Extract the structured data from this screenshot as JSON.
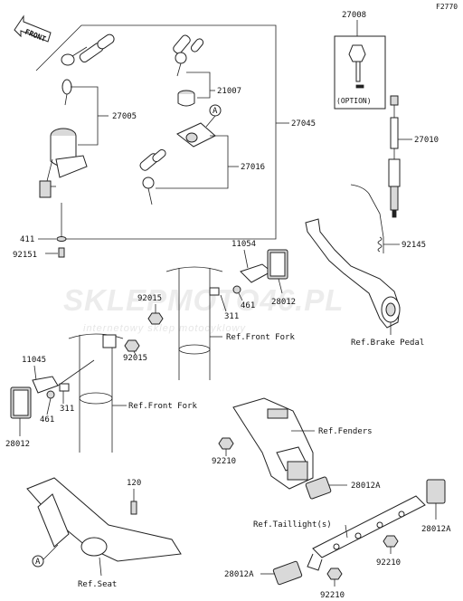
{
  "figure_id": "F2770",
  "front_label": "FRONT",
  "watermark": {
    "main": "SKLEPMOTO46.PL",
    "sub": "internetowy sklep motocyklowy"
  },
  "callouts": {
    "c27008": "27008",
    "option": "(OPTION)",
    "c27010": "27010",
    "c21007": "21007",
    "c27005": "27005",
    "c27045": "27045",
    "c27016": "27016",
    "circleA": "A",
    "c411": "411",
    "c92151": "92151",
    "c11054": "11054",
    "c92145": "92145",
    "c461a": "461",
    "c28012a": "28012",
    "c92015a": "92015",
    "c311a": "311",
    "refFrontFork1": "Ref.Front Fork",
    "refBrakePedal": "Ref.Brake Pedal",
    "c11045": "11045",
    "c92015b": "92015",
    "c461b": "461",
    "c311b": "311",
    "refFrontFork2": "Ref.Front Fork",
    "c28012b": "28012",
    "refFenders": "Ref.Fenders",
    "c92210a": "92210",
    "c120": "120",
    "c28012A_a": "28012A",
    "refTaillight": "Ref.Taillight(s)",
    "c28012A_b": "28012A",
    "c92210b": "92210",
    "circleA2": "A",
    "c28012A_c": "28012A",
    "refSeat": "Ref.Seat",
    "c92210c": "92210"
  }
}
